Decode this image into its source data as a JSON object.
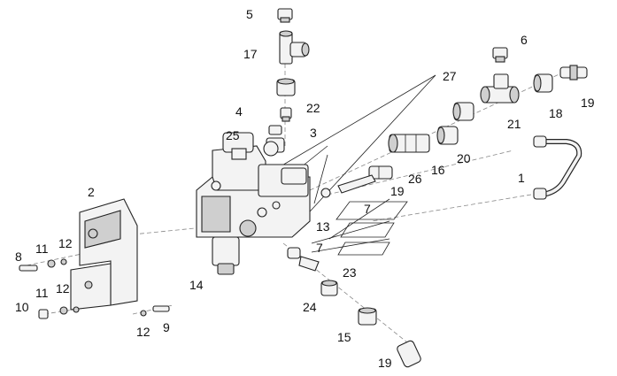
{
  "labels": [
    {
      "id": "l5a",
      "text": "5"
    },
    {
      "id": "l17",
      "text": "17"
    },
    {
      "id": "l6",
      "text": "6"
    },
    {
      "id": "l27",
      "text": "27"
    },
    {
      "id": "l18",
      "text": "18"
    },
    {
      "id": "l19a",
      "text": "19"
    },
    {
      "id": "l22",
      "text": "22"
    },
    {
      "id": "l4",
      "text": "4"
    },
    {
      "id": "l21",
      "text": "21"
    },
    {
      "id": "l25",
      "text": "25"
    },
    {
      "id": "l3",
      "text": "3"
    },
    {
      "id": "l20",
      "text": "20"
    },
    {
      "id": "l16",
      "text": "16"
    },
    {
      "id": "l26",
      "text": "26"
    },
    {
      "id": "l19b",
      "text": "19"
    },
    {
      "id": "l1",
      "text": "1"
    },
    {
      "id": "l2",
      "text": "2"
    },
    {
      "id": "l7a",
      "text": "7"
    },
    {
      "id": "l13",
      "text": "13"
    },
    {
      "id": "l7b",
      "text": "7"
    },
    {
      "id": "l8",
      "text": "8"
    },
    {
      "id": "l11a",
      "text": "11"
    },
    {
      "id": "l12a",
      "text": "12"
    },
    {
      "id": "l23",
      "text": "23"
    },
    {
      "id": "l11b",
      "text": "11"
    },
    {
      "id": "l12b",
      "text": "12"
    },
    {
      "id": "l14",
      "text": "14"
    },
    {
      "id": "l10",
      "text": "10"
    },
    {
      "id": "l24",
      "text": "24"
    },
    {
      "id": "l12c",
      "text": "12"
    },
    {
      "id": "l9",
      "text": "9"
    },
    {
      "id": "l15",
      "text": "15"
    },
    {
      "id": "l19c",
      "text": "19"
    }
  ]
}
